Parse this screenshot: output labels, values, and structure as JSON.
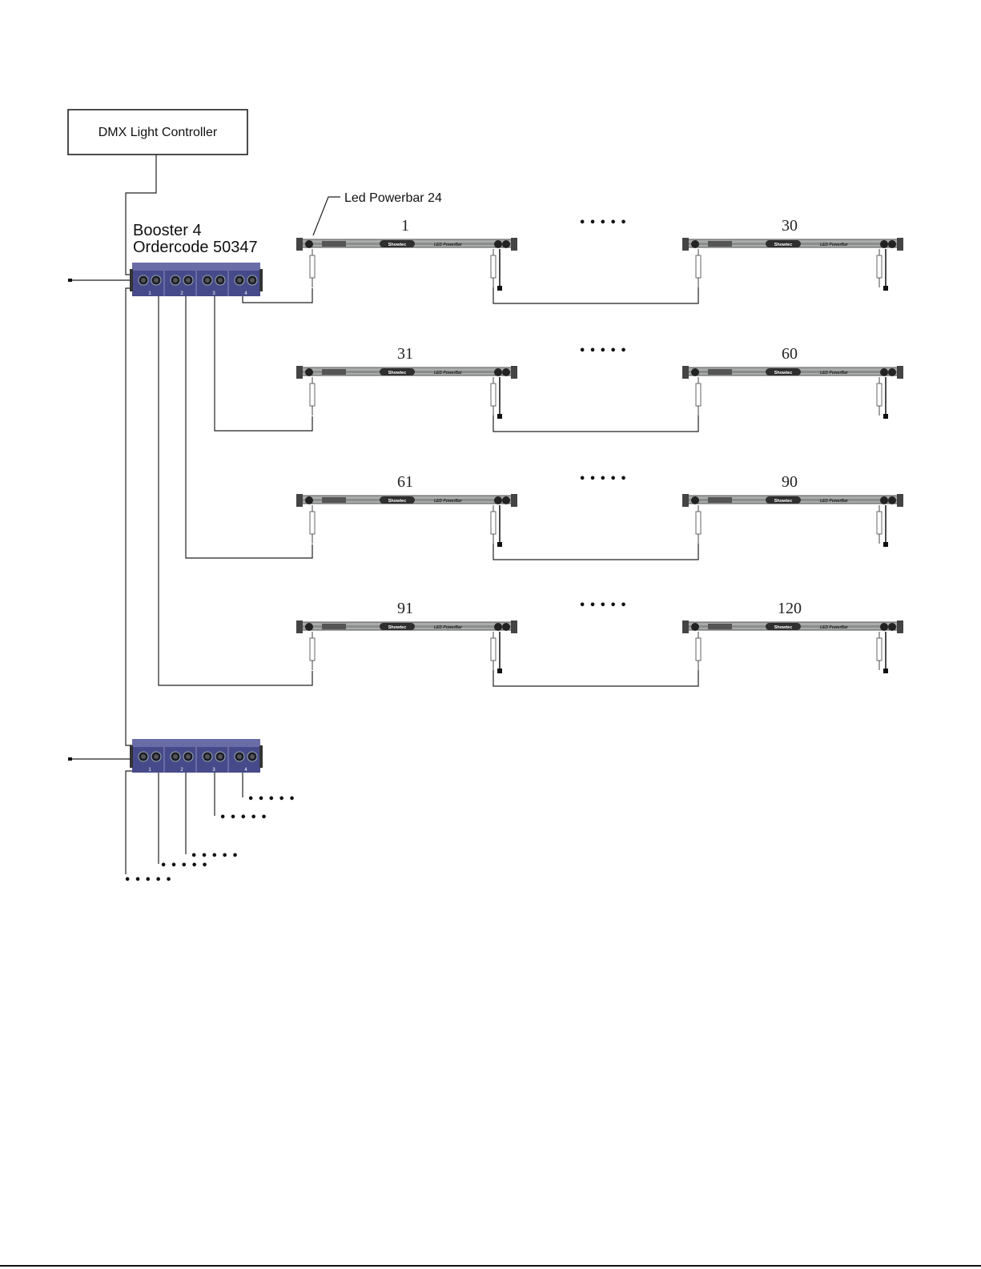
{
  "controller": {
    "label": "DMX Light Controller"
  },
  "booster": {
    "line1": "Booster 4",
    "line2": "Ordercode 50347",
    "ports": [
      "1",
      "2",
      "3",
      "4"
    ]
  },
  "callout": {
    "label": "Led Powerbar 24"
  },
  "bar": {
    "brand": "Showtec",
    "model": "LED PowerBar"
  },
  "ellipsis": "• • • • •",
  "rows": [
    {
      "first": "1",
      "last": "30"
    },
    {
      "first": "31",
      "last": "60"
    },
    {
      "first": "61",
      "last": "90"
    },
    {
      "first": "91",
      "last": "120"
    }
  ],
  "colors": {
    "booster": "#4a4c8c",
    "bar": "#a9acab",
    "wire": "#222222"
  }
}
